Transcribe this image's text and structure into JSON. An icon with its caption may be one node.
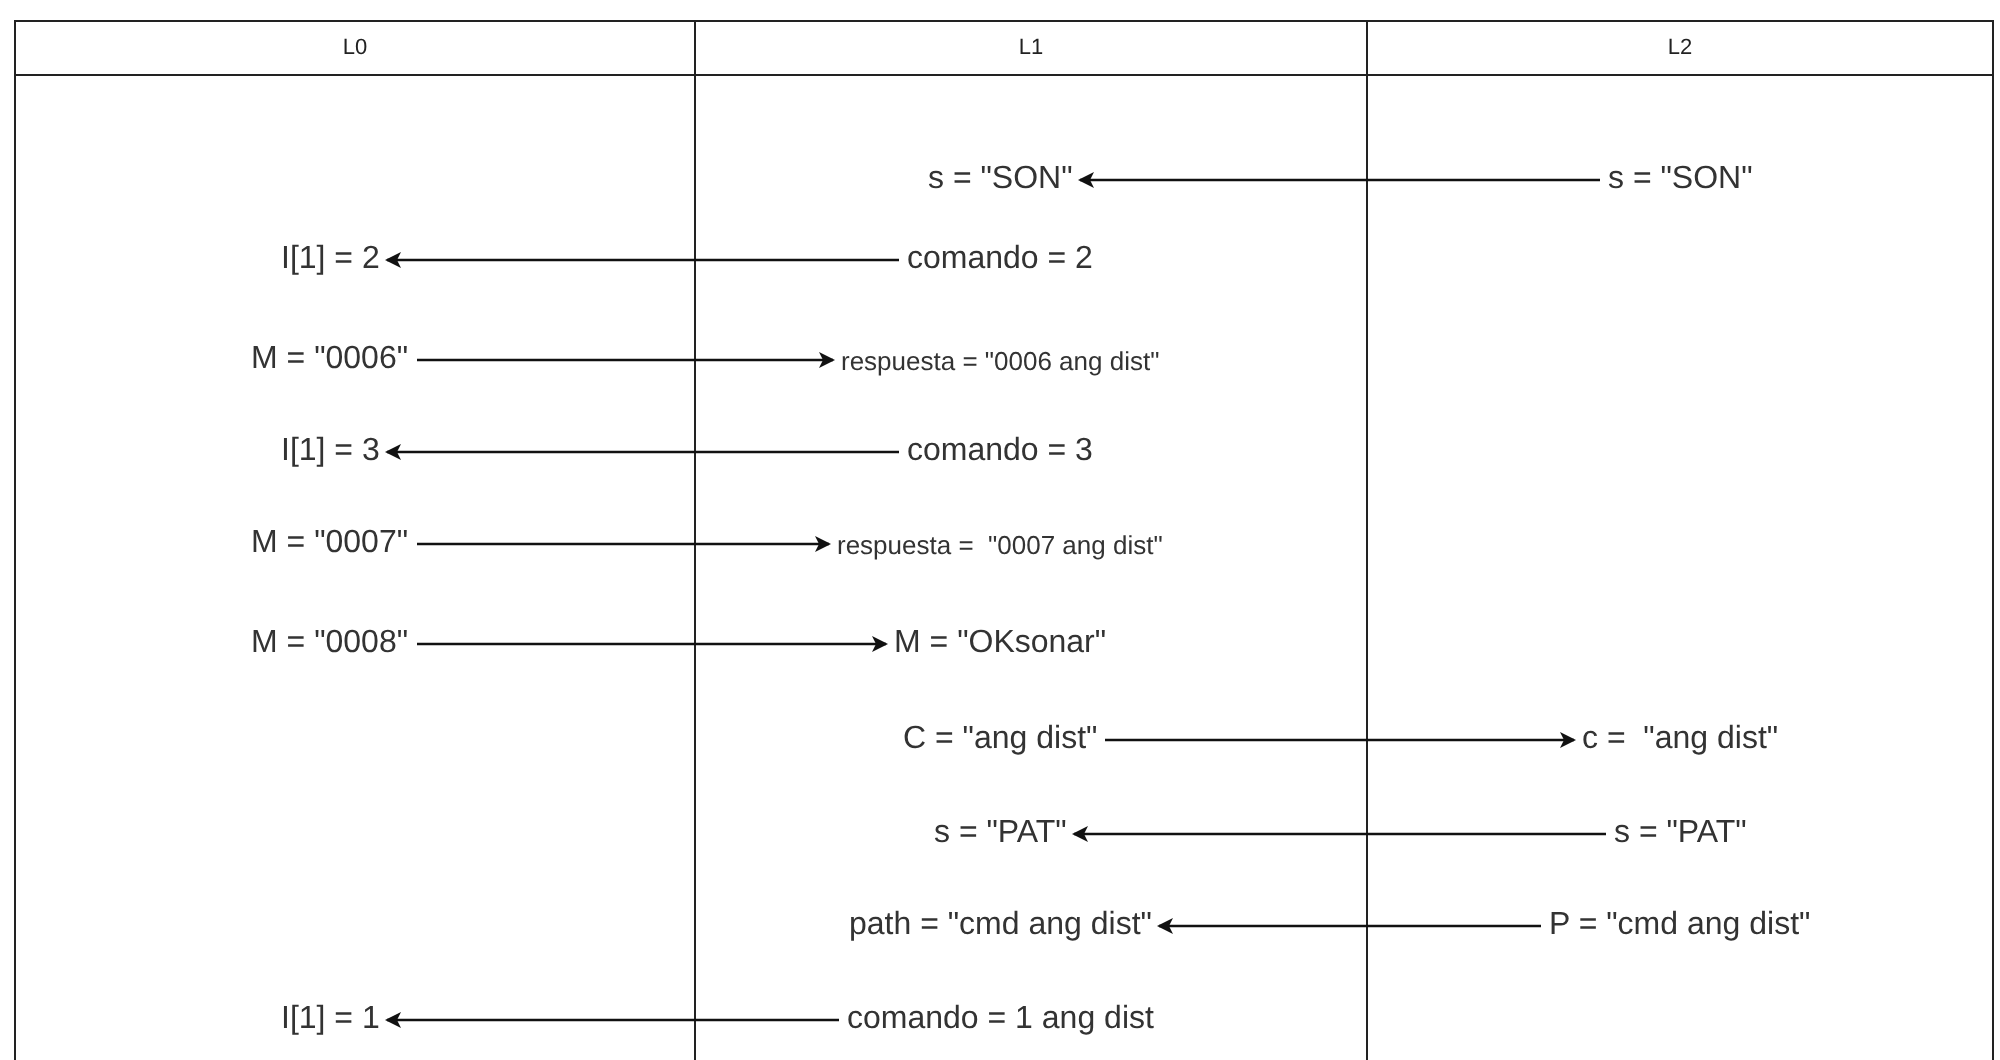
{
  "diagram": {
    "nodes": [
      {
        "text": [
          "L0"
        ]
      },
      {
        "text": [
          "L1"
        ]
      },
      {
        "text": [
          "L2"
        ]
      },
      {
        "text": [
          "s = \"SON\""
        ],
        "in": 1
      },
      {
        "text": [
          "s = \"SON\""
        ],
        "in": 2
      },
      {
        "text": [
          "I[1] = 2"
        ],
        "in": 0
      },
      {
        "text": [
          "comando = 2"
        ],
        "in": 1
      },
      {
        "text": [
          "M = \"0006\""
        ],
        "in": 0
      },
      {
        "text": [
          "respuesta = \"0006 ang dist\""
        ],
        "in": 1
      },
      {
        "text": [
          "I[1] = 3"
        ],
        "in": 0
      },
      {
        "text": [
          "comando = 3"
        ],
        "in": 1
      },
      {
        "text": [
          "M = \"0007\""
        ],
        "in": 0
      },
      {
        "text": [
          "respuesta =  \"0007 ang dist\""
        ],
        "in": 1
      },
      {
        "text": [
          "M = \"0008\""
        ],
        "in": 0
      },
      {
        "text": [
          "M = \"OKsonar\""
        ],
        "in": 1
      },
      {
        "text": [
          "C = \"ang dist\""
        ],
        "in": 1
      },
      {
        "text": [
          "c =  \"ang dist\""
        ],
        "in": 2
      },
      {
        "text": [
          "s = \"PAT\""
        ],
        "in": 1
      },
      {
        "text": [
          "s = \"PAT\""
        ],
        "in": 2
      },
      {
        "text": [
          "path = \"cmd ang dist\""
        ],
        "in": 1
      },
      {
        "text": [
          "P = \"cmd ang dist\""
        ],
        "in": 2
      },
      {
        "text": [
          "I[1] = 1"
        ],
        "in": 0
      },
      {
        "text": [
          "comando = 1 ang dist"
        ],
        "in": 1
      }
    ],
    "edges": [
      {
        "from": 4,
        "to": 3,
        "arrow": "to"
      },
      {
        "from": 6,
        "to": 5,
        "arrow": "to"
      },
      {
        "from": 7,
        "to": 8,
        "arrow": "to"
      },
      {
        "from": 10,
        "to": 9,
        "arrow": "to"
      },
      {
        "from": 11,
        "to": 12,
        "arrow": "to"
      },
      {
        "from": 13,
        "to": 14,
        "arrow": "to"
      },
      {
        "from": 15,
        "to": 16,
        "arrow": "to"
      },
      {
        "from": 18,
        "to": 17,
        "arrow": "to"
      },
      {
        "from": 20,
        "to": 19,
        "arrow": "to"
      },
      {
        "from": 22,
        "to": 21,
        "arrow": "to"
      }
    ]
  }
}
